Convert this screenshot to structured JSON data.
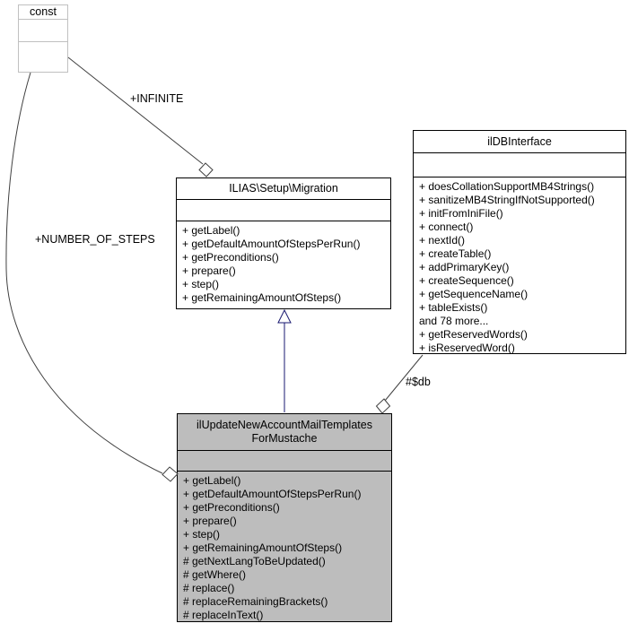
{
  "colors": {
    "edge_color": "#404040",
    "inherit_color": "#191970",
    "box_border": "#000000",
    "undocumented_border": "#c0c0c0",
    "box_fill": "#ffffff",
    "highlight_fill": "#bdbdbd",
    "page_bg": "#ffffff"
  },
  "nodes": {
    "const_box": {
      "title": "const"
    },
    "migration": {
      "title": "ILIAS\\Setup\\Migration",
      "methods": [
        "+ getLabel()",
        "+ getDefaultAmountOfStepsPerRun()",
        "+ getPreconditions()",
        "+ prepare()",
        "+ step()",
        "+ getRemainingAmountOfSteps()"
      ]
    },
    "db_interface": {
      "title": "ilDBInterface",
      "methods": [
        "+ doesCollationSupportMB4Strings()",
        "+ sanitizeMB4StringIfNotSupported()",
        "+ initFromIniFile()",
        "+ connect()",
        "+ nextId()",
        "+ createTable()",
        "+ addPrimaryKey()",
        "+ createSequence()",
        "+ getSequenceName()",
        "+ tableExists()",
        "and 78 more...",
        "+ getReservedWords()",
        "+ isReservedWord()"
      ]
    },
    "main_class": {
      "title": "ilUpdateNewAccountMailTemplates\nForMustache",
      "methods": [
        "+ getLabel()",
        "+ getDefaultAmountOfStepsPerRun()",
        "+ getPreconditions()",
        "+ prepare()",
        "+ step()",
        "+ getRemainingAmountOfSteps()",
        "# getNextLangToBeUpdated()",
        "# getWhere()",
        "# replace()",
        "# replaceRemainingBrackets()",
        "# replaceInText()"
      ]
    }
  },
  "edge_labels": {
    "infinite": "+INFINITE",
    "number_of_steps": "+NUMBER_OF_STEPS",
    "db": "#$db"
  }
}
